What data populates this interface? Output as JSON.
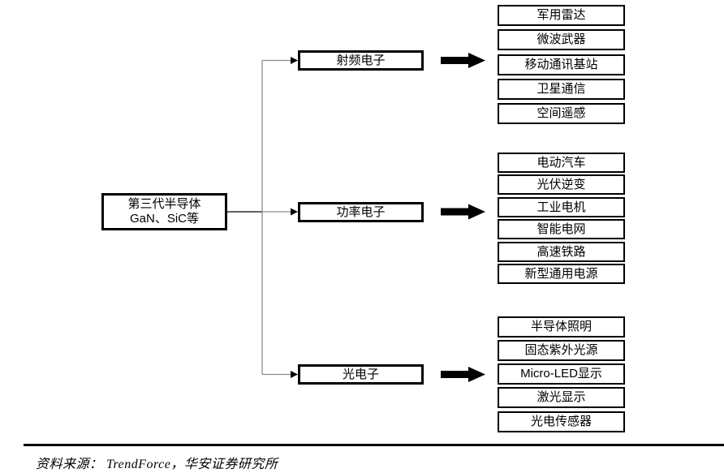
{
  "diagram": {
    "root": {
      "label_line1": "第三代半导体",
      "label_line2": "GaN、SiC等"
    },
    "branches": [
      {
        "label": "射频电子",
        "children": [
          "军用雷达",
          "微波武器",
          "移动通讯基站",
          "卫星通信",
          "空间遥感"
        ]
      },
      {
        "label": "功率电子",
        "children": [
          "电动汽车",
          "光伏逆变",
          "工业电机",
          "智能电网",
          "高速铁路",
          "新型通用电源"
        ]
      },
      {
        "label": "光电子",
        "children": [
          "半导体照明",
          "固态紫外光源",
          "Micro-LED显示",
          "激光显示",
          "光电传感器"
        ]
      }
    ]
  },
  "footer": {
    "source": "资料来源： TrendForce，华安证券研究所"
  },
  "colors": {
    "background": "#ffffff",
    "box_border": "#000000",
    "connector_gray": "#8c8c8c",
    "connector_black": "#000000",
    "arrow_fill": "#000000"
  }
}
